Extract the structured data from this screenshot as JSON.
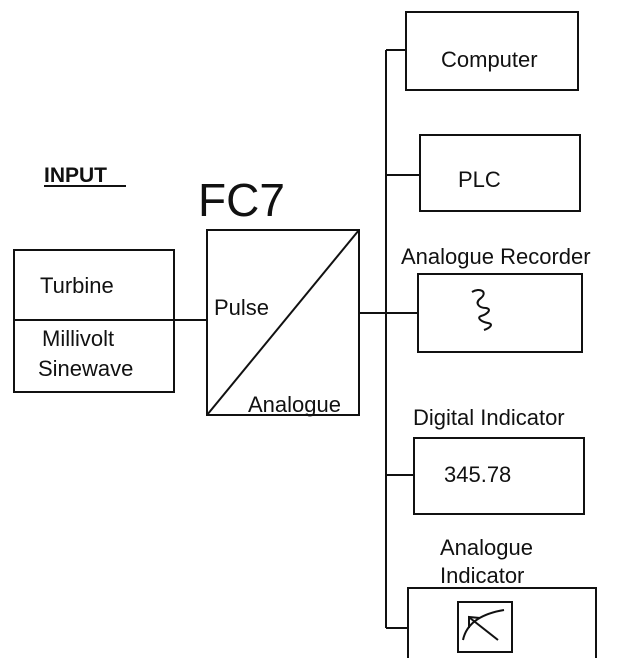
{
  "input_heading": "INPUT",
  "converter": {
    "title": "FC7",
    "top_label": "Pulse",
    "bottom_label": "Analogue"
  },
  "source": {
    "line1": "Turbine",
    "line2a": "Millivolt",
    "line2b": "Sinewave"
  },
  "outputs": {
    "computer": "Computer",
    "plc": "PLC",
    "analogue_recorder": "Analogue Recorder",
    "digital_indicator": "Digital Indicator",
    "digital_value": "345.78",
    "analogue_indicator_line1": "Analogue",
    "analogue_indicator_line2": "Indicator"
  }
}
